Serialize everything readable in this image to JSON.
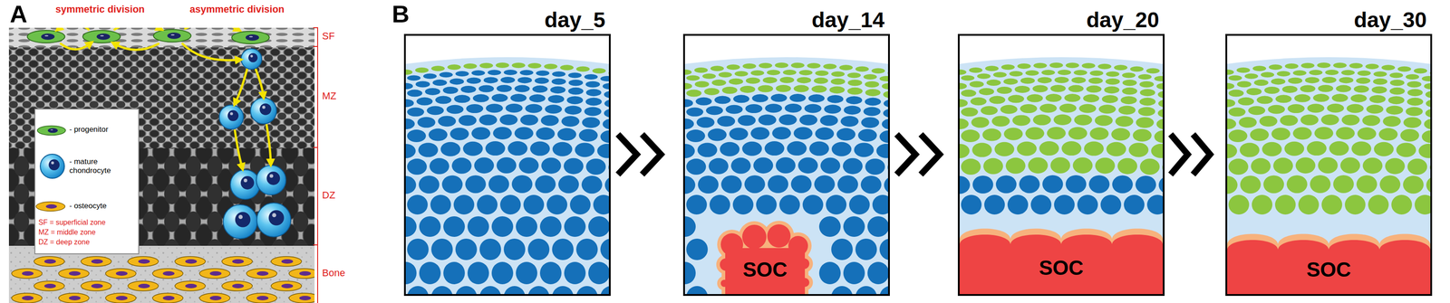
{
  "diagram": {
    "nodes": [
      {
        "text": [
          "day_5"
        ]
      },
      {
        "text": [
          "day_14"
        ]
      },
      {
        "text": [
          "SOC"
        ],
        "in": 1
      },
      {
        "text": [
          "day_20"
        ]
      },
      {
        "text": [
          "SOC"
        ],
        "in": 3
      },
      {
        "text": [
          "day_30"
        ]
      },
      {
        "text": [
          "SOC"
        ],
        "in": 5
      }
    ],
    "edges": [
      {
        "from": 0,
        "to": 1,
        "arrow": "to"
      },
      {
        "from": 1,
        "to": 3,
        "arrow": "to"
      },
      {
        "from": 3,
        "to": 5,
        "arrow": "to"
      }
    ],
    "labels": [
      "A",
      "symmetric division",
      "asymmetric division",
      "SF",
      "MZ",
      "DZ",
      "Bone",
      "SF = superficial zone",
      "MZ = middle zone",
      "DZ = deep zone",
      "B"
    ],
    "legend": [
      {
        "text": "- progenitor"
      },
      {
        "text": "- mature chondrocyte"
      },
      {
        "text": "- osteocyte"
      }
    ]
  }
}
